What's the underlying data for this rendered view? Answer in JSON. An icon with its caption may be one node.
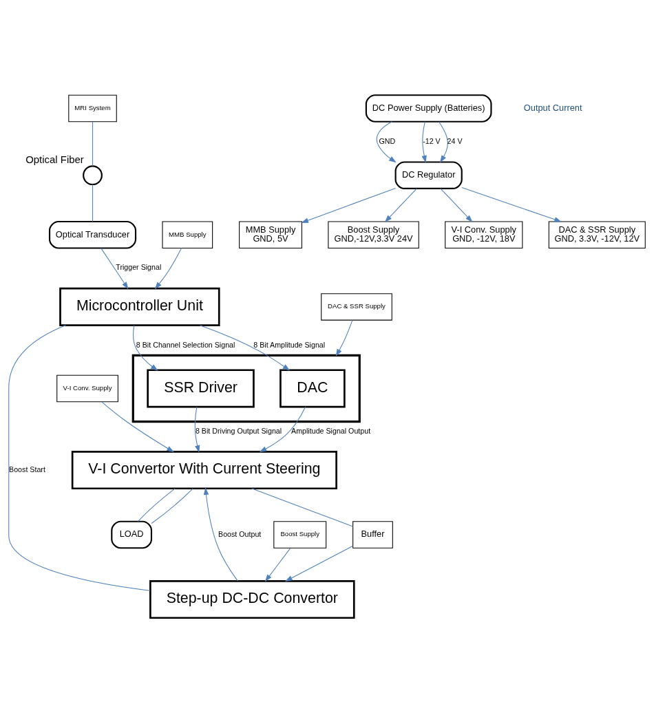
{
  "diagram": {
    "nodes": [
      {
        "text": [
          "DAC & SSR Supply"
        ]
      },
      {
        "text": [],
        "shape": "box"
      },
      {
        "text": [
          "DAC"
        ],
        "in": 1
      },
      {
        "text": [
          "SSR Driver"
        ],
        "in": 1
      },
      {
        "text": [
          "MRI System"
        ]
      },
      {
        "text": [],
        "shape": "circle",
        "beside": [
          "Optical Fiber"
        ]
      },
      {
        "text": [
          "Optical Transducer"
        ]
      },
      {
        "text": [
          "MMB Supply"
        ]
      },
      {
        "text": [
          "Microcontroller Unit"
        ]
      },
      {
        "text": [
          "V-I Conv. Supply"
        ]
      },
      {
        "text": [
          "V-I Convertor With Current Steering"
        ]
      },
      {
        "text": [
          "Buffer"
        ]
      },
      {
        "text": [
          "Step-up DC-DC Convertor"
        ]
      },
      {
        "text": [
          "LOAD"
        ]
      },
      {
        "text": [
          "Boost Supply"
        ]
      },
      {
        "text": [
          "DC Power Supply (Batteries)"
        ]
      },
      {
        "text": [
          "DC Regulator"
        ]
      },
      {
        "text": [
          "V-I Conv. Supply",
          "GND, -12V, 18V"
        ]
      },
      {
        "text": [
          "MMB Supply",
          "GND, 5V"
        ]
      },
      {
        "text": [
          "Boost Supply",
          "GND,-12V,3.3V 24V"
        ]
      },
      {
        "text": [
          "DAC & SSR Supply",
          "GND, 3.3V, -12V, 12V"
        ]
      }
    ],
    "edges": [
      {
        "from": 0,
        "to": 1,
        "arrow": "to"
      },
      {
        "from": 8,
        "to": 2,
        "arrow": "to",
        "label": "8 Bit Amplitude Signal"
      },
      {
        "from": 8,
        "to": 3,
        "arrow": "to",
        "label": "8 Bit Channel Selection Signal"
      },
      {
        "from": 2,
        "to": 10,
        "arrow": "to",
        "label": "Amplitude Signal Output"
      },
      {
        "from": 3,
        "to": 10,
        "arrow": "to",
        "label": "8 Bit Driving Output Signal"
      },
      {
        "from": 4,
        "to": 5,
        "arrow": "none"
      },
      {
        "from": 5,
        "to": 6,
        "arrow": "none"
      },
      {
        "from": 6,
        "to": 8,
        "arrow": "to",
        "label": "Trigger Signal"
      },
      {
        "from": 7,
        "to": 8,
        "arrow": "to"
      },
      {
        "from": 9,
        "to": 10,
        "arrow": "to"
      },
      {
        "from": 10,
        "to": 11,
        "arrow": "none"
      },
      {
        "from": 11,
        "to": 12,
        "arrow": "to"
      },
      {
        "from": 12,
        "to": 10,
        "arrow": "to",
        "label": "Boost Output"
      },
      {
        "from": 8,
        "to": 12,
        "arrow": "none",
        "label": "Boost Start"
      },
      {
        "from": 10,
        "to": 13,
        "arrow": "none"
      },
      {
        "from": 13,
        "to": 10,
        "arrow": "none"
      },
      {
        "from": 14,
        "to": 12,
        "arrow": "to"
      },
      {
        "from": 15,
        "to": 16,
        "arrow": "to",
        "label": "24 V"
      },
      {
        "from": 15,
        "to": 16,
        "arrow": "to",
        "label": "GND"
      },
      {
        "from": 15,
        "to": 16,
        "arrow": "to",
        "label": "-12 V"
      },
      {
        "from": 16,
        "to": 17,
        "arrow": "to"
      },
      {
        "from": 16,
        "to": 18,
        "arrow": "to"
      },
      {
        "from": 16,
        "to": 19,
        "arrow": "to"
      },
      {
        "from": 16,
        "to": 20,
        "arrow": "to"
      }
    ],
    "labels": [
      "Output Current"
    ]
  }
}
